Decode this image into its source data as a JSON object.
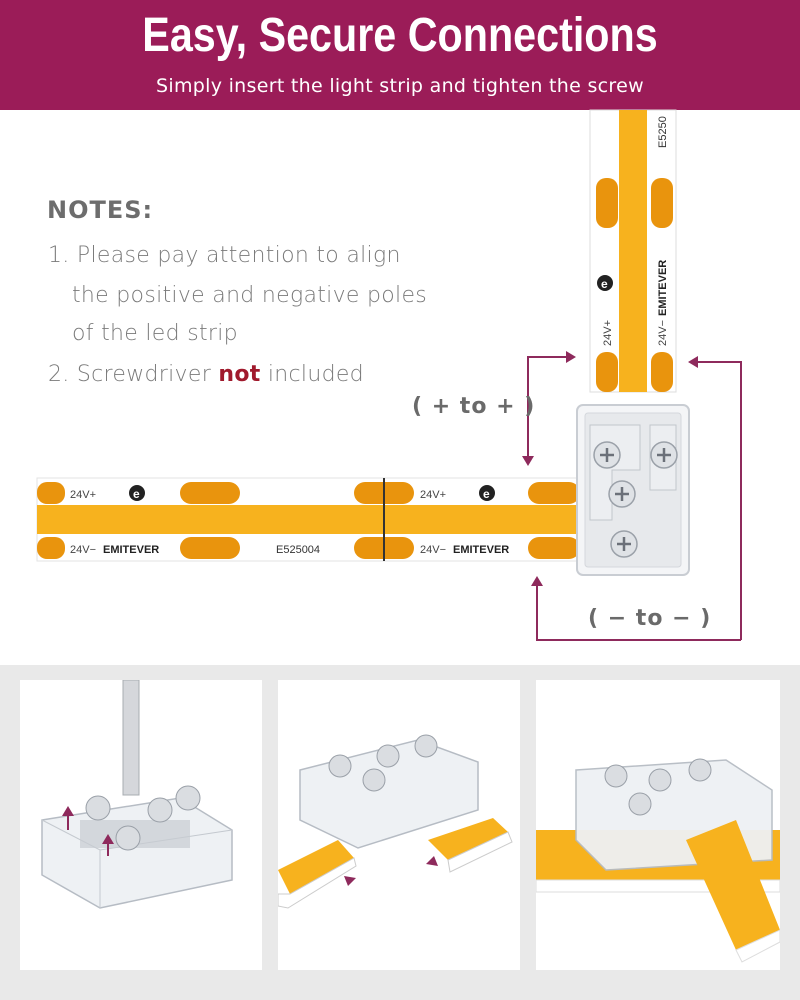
{
  "banner": {
    "title": "Easy, Secure Connections",
    "subtitle": "Simply insert the light strip and tighten the screw"
  },
  "notes": {
    "heading": "NOTES:",
    "item1_line1": "1. Please pay attention to align",
    "item1_line2": "the positive and negative poles",
    "item1_line3": "of the led strip",
    "item2_prefix": "2. Screwdriver ",
    "item2_emphasis": "not",
    "item2_suffix": " included"
  },
  "diagram": {
    "positive_label": "( + to + )",
    "negative_label": "( − to − )",
    "strip_pos": "24V+",
    "strip_neg": "24V−",
    "brand": "EMITEVER",
    "model": "E525004",
    "vertical_model": "E5250",
    "brand_logo": "e"
  },
  "colors": {
    "banner": "#9b1c58",
    "strip_yellow": "#f7b21e",
    "pad_orange": "#e9940d",
    "arrow": "#8e2a5c",
    "emphasis_red": "#a0192c"
  }
}
